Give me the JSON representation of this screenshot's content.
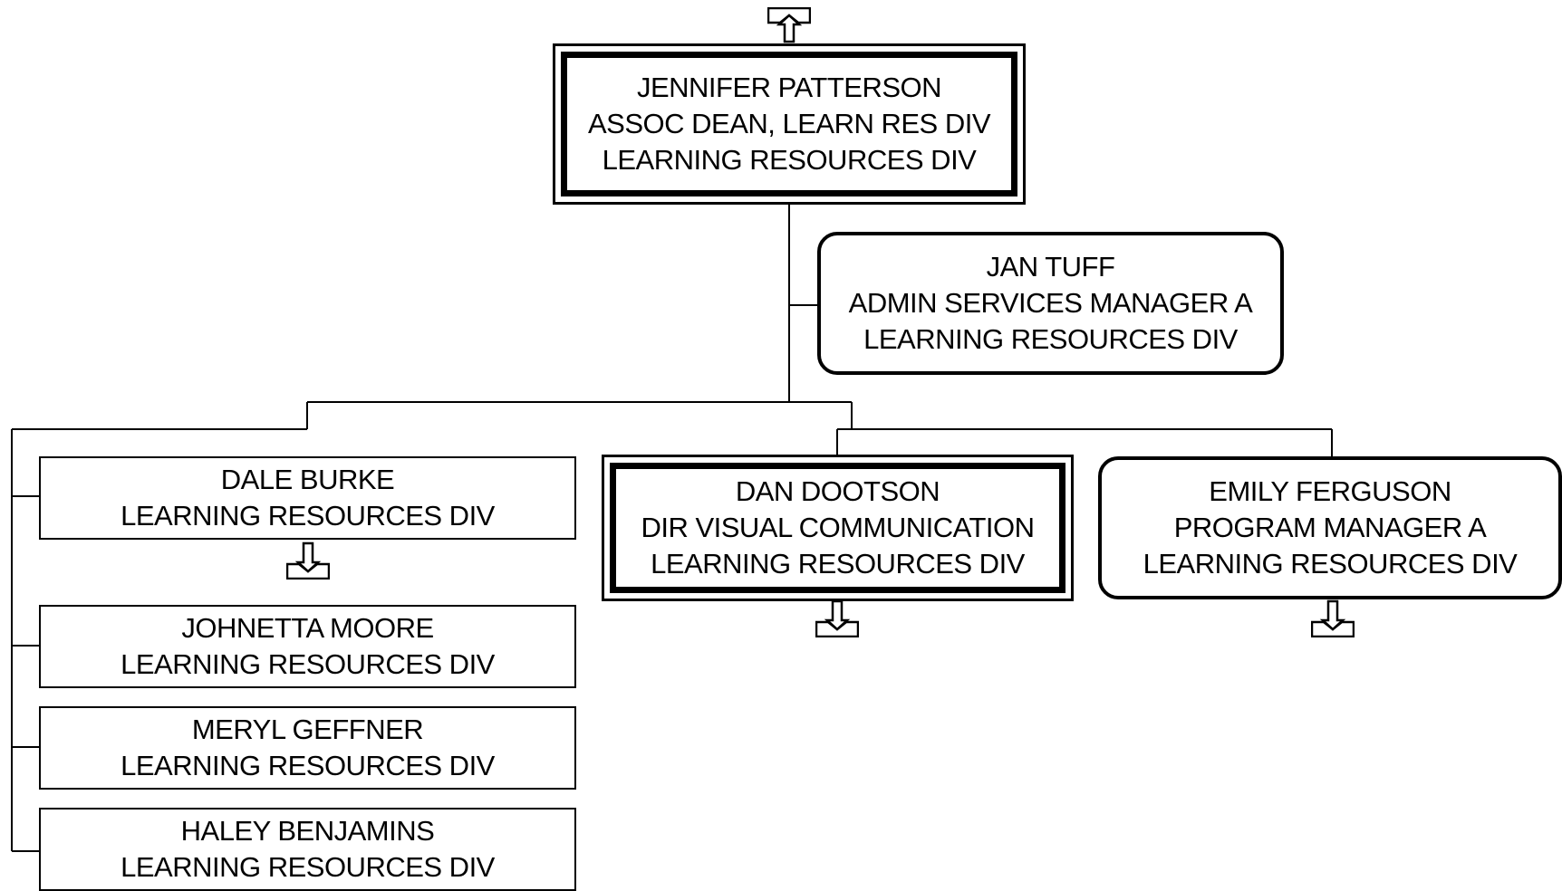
{
  "top": {
    "name": "JENNIFER PATTERSON",
    "title": "ASSOC DEAN, LEARN RES DIV",
    "dept": "LEARNING RESOURCES DIV"
  },
  "assistant": {
    "name": "JAN TUFF",
    "title": "ADMIN SERVICES MANAGER A",
    "dept": "LEARNING RESOURCES DIV"
  },
  "staff": [
    {
      "name": "DALE BURKE",
      "dept": "LEARNING RESOURCES DIV"
    },
    {
      "name": "JOHNETTA MOORE",
      "dept": "LEARNING RESOURCES DIV"
    },
    {
      "name": "MERYL GEFFNER",
      "dept": "LEARNING RESOURCES DIV"
    },
    {
      "name": "HALEY BENJAMINS",
      "dept": "LEARNING RESOURCES DIV"
    }
  ],
  "managers": [
    {
      "name": "DAN DOOTSON",
      "title": "DIR VISUAL COMMUNICATION",
      "dept": "LEARNING RESOURCES DIV"
    },
    {
      "name": "EMILY FERGUSON",
      "title": "PROGRAM MANAGER A",
      "dept": "LEARNING RESOURCES DIV"
    }
  ]
}
